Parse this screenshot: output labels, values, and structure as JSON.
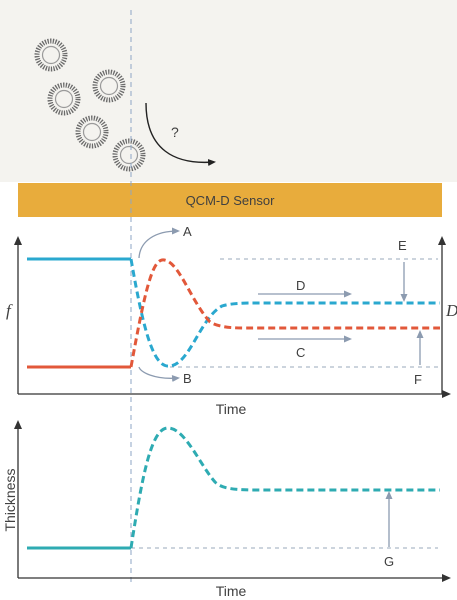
{
  "sensor": {
    "label": "QCM-D Sensor"
  },
  "question_mark": "?",
  "top_plot": {
    "y_label_f": "f",
    "y_label_D": "D",
    "x_label": "Time",
    "annotations": [
      "A",
      "B",
      "C",
      "D",
      "E",
      "F"
    ]
  },
  "bottom_plot": {
    "y_label": "Thickness",
    "x_label": "Time",
    "annotation": "G"
  },
  "colors": {
    "background_top": "#f4f3ef",
    "sensor": "#e8ac3c",
    "frequency_line": "#2aa8cf",
    "dissipation_line": "#e2583a",
    "thickness_line": "#2eabb2",
    "guide": "#9aa8bb",
    "axis": "#333333",
    "arrow": "#8c9bb0"
  }
}
